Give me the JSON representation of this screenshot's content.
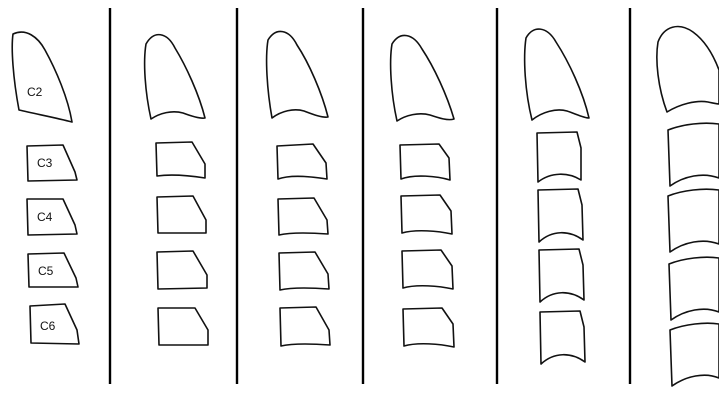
{
  "figure": {
    "labels": {
      "c2": "C2",
      "c3": "C3",
      "c4": "C4",
      "c5": "C5",
      "c6": "C6"
    }
  },
  "colors": {
    "outline": "#111111",
    "divider": "#000000",
    "background": "#ffffff"
  }
}
